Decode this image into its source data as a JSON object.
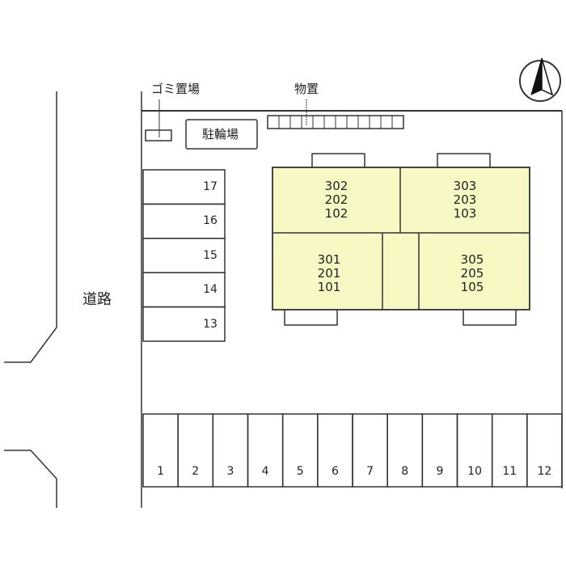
{
  "labels": {
    "garbage": "ゴミ置場",
    "storage": "物置",
    "bicycle": "駐輪場",
    "road": "道路"
  },
  "units": [
    {
      "lines": [
        "302",
        "202",
        "102"
      ]
    },
    {
      "lines": [
        "303",
        "203",
        "103"
      ]
    },
    {
      "lines": [
        "301",
        "201",
        "101"
      ]
    },
    {
      "lines": [
        "305",
        "205",
        "105"
      ]
    }
  ],
  "side_parking": [
    "17",
    "16",
    "15",
    "14",
    "13"
  ],
  "bottom_parking": [
    "1",
    "2",
    "3",
    "4",
    "5",
    "6",
    "7",
    "8",
    "9",
    "10",
    "11",
    "12"
  ],
  "colors": {
    "building_fill": "#f8f8c4",
    "line": "#333333"
  }
}
